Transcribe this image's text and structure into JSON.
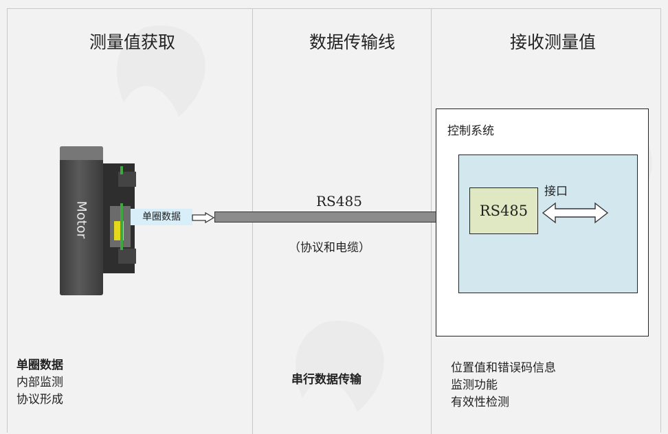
{
  "columns": [
    {
      "title": "测量值获取"
    },
    {
      "title": "数据传输线"
    },
    {
      "title": "接收测量值"
    }
  ],
  "motor": {
    "label": "Motor"
  },
  "encoder": {
    "data_tag": "单圈数据"
  },
  "cable": {
    "label": "RS485",
    "sublabel": "（协议和电缆）"
  },
  "control_system": {
    "title": "控制系统",
    "rs485_label": "RS485",
    "interface_label": "接口"
  },
  "bottom": {
    "left": {
      "bold_line": "单圈数据",
      "lines": [
        "内部监测",
        "协议形成"
      ]
    },
    "middle": {
      "bold_line": "串行数据传输"
    },
    "right": {
      "lines": [
        "位置值和错误码信息",
        "监测功能",
        "有效性检测"
      ]
    }
  },
  "colors": {
    "background": "#f2f2f2",
    "interface_fill": "#d3e7ee",
    "rs485_fill": "#e0e8c3",
    "cable_fill": "#8c8c8c",
    "tag_fill": "#d8eef8"
  }
}
